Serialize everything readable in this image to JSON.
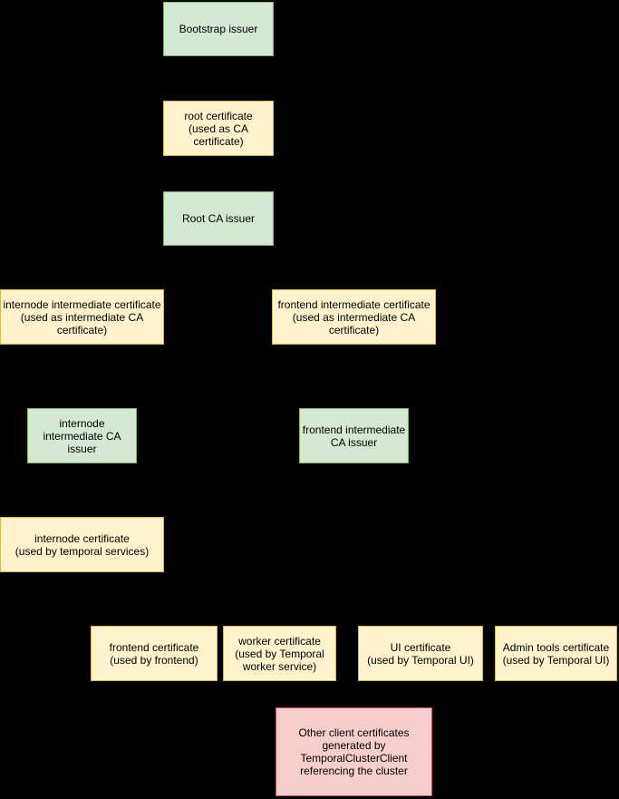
{
  "diagram": {
    "description": "Certificate issuance hierarchy diagram on black background",
    "background_color": "#000000"
  },
  "palette": {
    "issuer_fill": "#d5e8d4",
    "issuer_stroke": "#82b366",
    "cert_fill": "#fff2cc",
    "cert_stroke": "#d6b656",
    "client_fill": "#f8cecc",
    "client_stroke": "#b85450",
    "text": "#000000"
  },
  "nodes": [
    {
      "id": "bootstrap-issuer",
      "type": "issuer",
      "label": "Bootstrap issuer"
    },
    {
      "id": "root-certificate",
      "type": "certificate",
      "label": "root certificate\n(used as CA\ncertificate)"
    },
    {
      "id": "root-ca-issuer",
      "type": "issuer",
      "label": "Root CA issuer"
    },
    {
      "id": "internode-intermediate-certificate",
      "type": "certificate",
      "label": "internode intermediate certificate\n(used as intermediate CA\ncertificate)"
    },
    {
      "id": "frontend-intermediate-certificate",
      "type": "certificate",
      "label": "frontend intermediate certificate\n(used as intermediate CA\ncertificate)"
    },
    {
      "id": "internode-intermediate-ca-issuer",
      "type": "issuer",
      "label": "internode\nintermediate CA\nissuer"
    },
    {
      "id": "frontend-intermediate-ca-issuer",
      "type": "issuer",
      "label": "frontend intermediate\nCA issuer"
    },
    {
      "id": "internode-certificate",
      "type": "certificate",
      "label": "internode certificate\n(used by temporal services)"
    },
    {
      "id": "frontend-certificate",
      "type": "certificate",
      "label": "frontend certificate\n(used by frontend)"
    },
    {
      "id": "worker-certificate",
      "type": "certificate",
      "label": "worker certificate\n(used by Temporal\nworker service)"
    },
    {
      "id": "ui-certificate",
      "type": "certificate",
      "label": "UI certificate\n(used by Temporal UI)"
    },
    {
      "id": "admin-tools-certificate",
      "type": "certificate",
      "label": "Admin tools certificate\n(used by Temporal UI)"
    },
    {
      "id": "other-client-certificates",
      "type": "client",
      "label": "Other client certificates\ngenerated by\nTemporalClusterClient\nreferencing the cluster"
    }
  ]
}
